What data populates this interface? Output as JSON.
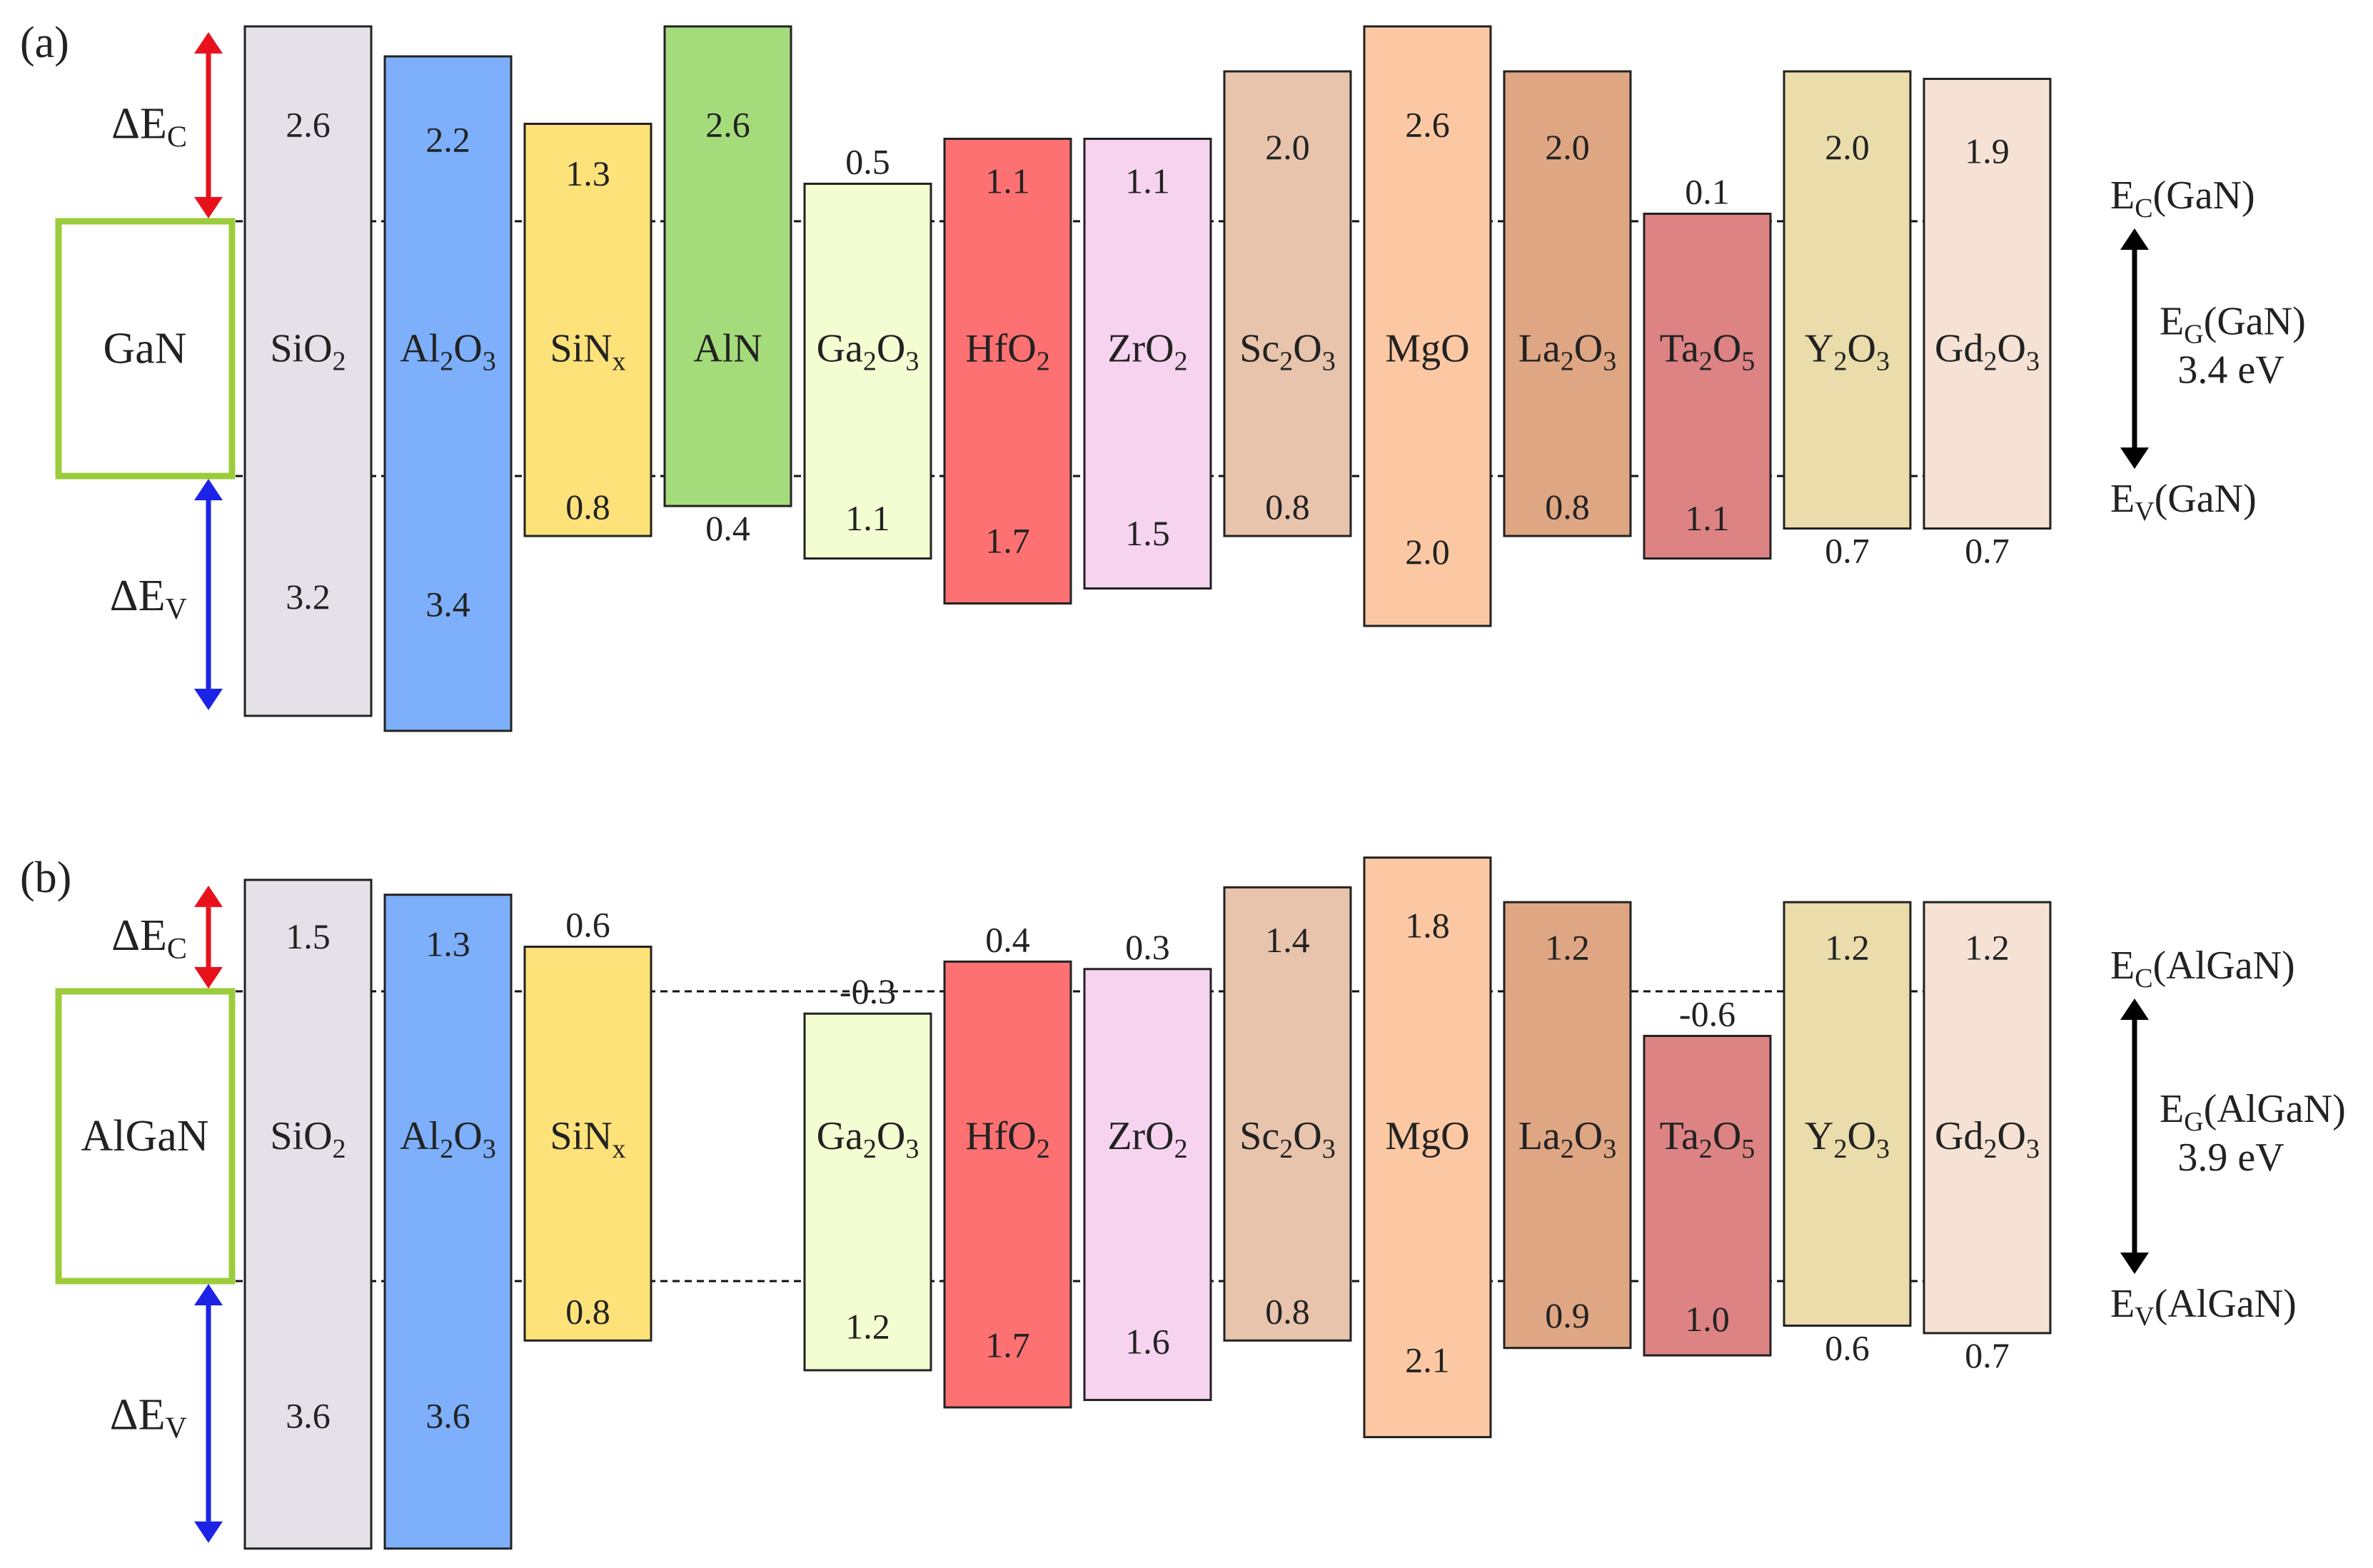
{
  "colors": {
    "delta_ec": "#e8121d",
    "delta_ev": "#1c22e6",
    "gan_border": "#9ccc3c",
    "box_stroke": "#222222",
    "eg_arrow": "#000000"
  },
  "panels": [
    {
      "id": "a",
      "label": "(a)",
      "semiconductor": "GaN",
      "delta_ec_label": "ΔE",
      "delta_ec_sub": "C",
      "delta_ev_label": "ΔE",
      "delta_ev_sub": "V",
      "ec_line_label": {
        "main": "E",
        "sub": "C",
        "rest": "(GaN)"
      },
      "ev_line_label": {
        "main": "E",
        "sub": "V",
        "rest": "(GaN)"
      },
      "eg_label": {
        "main": "E",
        "sub": "G",
        "rest": "(GaN)"
      },
      "eg_value": "3.4 eV",
      "bandgap_ev": 3.4,
      "materials": [
        {
          "name": "SiO",
          "sub": "2",
          "dEc": 2.6,
          "dEv": 3.2,
          "dEc_text": "2.6",
          "dEv_text": "3.2",
          "color": "#e4e1e8"
        },
        {
          "name": "Al",
          "sub": "2",
          "name2": "O",
          "sub2": "3",
          "dEc": 2.2,
          "dEv": 3.4,
          "dEc_text": "2.2",
          "dEv_text": "3.4",
          "color": "#7daffa"
        },
        {
          "name": "SiN",
          "sub": "x",
          "dEc": 1.3,
          "dEv": 0.8,
          "dEc_text": "1.3",
          "dEv_text": "0.8",
          "color": "#fde27a"
        },
        {
          "name": "AlN",
          "dEc": 2.6,
          "dEv": 0.4,
          "dEc_text": "2.6",
          "dEv_text": "0.4",
          "color": "#a5dc7b"
        },
        {
          "name": "Ga",
          "sub": "2",
          "name2": "O",
          "sub2": "3",
          "dEc": 0.5,
          "dEv": 1.1,
          "dEc_text": "0.5",
          "dEv_text": "1.1",
          "color": "#f4fcd1"
        },
        {
          "name": "HfO",
          "sub": "2",
          "dEc": 1.1,
          "dEv": 1.7,
          "dEc_text": "1.1",
          "dEv_text": "1.7",
          "color": "#fd7173"
        },
        {
          "name": "ZrO",
          "sub": "2",
          "dEc": 1.1,
          "dEv": 1.5,
          "dEc_text": "1.1",
          "dEv_text": "1.5",
          "color": "#f6d3ef"
        },
        {
          "name": "Sc",
          "sub": "2",
          "name2": "O",
          "sub2": "3",
          "dEc": 2.0,
          "dEv": 0.8,
          "dEc_text": "2.0",
          "dEv_text": "0.8",
          "color": "#e8c4ad"
        },
        {
          "name": "MgO",
          "dEc": 2.6,
          "dEv": 2.0,
          "dEc_text": "2.6",
          "dEv_text": "2.0",
          "color": "#fcc8a3"
        },
        {
          "name": "La",
          "sub": "2",
          "name2": "O",
          "sub2": "3",
          "dEc": 2.0,
          "dEv": 0.8,
          "dEc_text": "2.0",
          "dEv_text": "0.8",
          "color": "#dfa683"
        },
        {
          "name": "Ta",
          "sub": "2",
          "name2": "O",
          "sub2": "5",
          "dEc": 0.1,
          "dEv": 1.1,
          "dEc_text": "0.1",
          "dEv_text": "1.1",
          "color": "#dd8384"
        },
        {
          "name": "Y",
          "sub": "2",
          "name2": "O",
          "sub2": "3",
          "dEc": 2.0,
          "dEv": 0.7,
          "dEc_text": "2.0",
          "dEv_text": "0.7",
          "color": "#eadcab"
        },
        {
          "name": "Gd",
          "sub": "2",
          "name2": "O",
          "sub2": "3",
          "dEc": 1.9,
          "dEv": 0.7,
          "dEc_text": "1.9",
          "dEv_text": "0.7",
          "color": "#f5e2d4"
        }
      ]
    },
    {
      "id": "b",
      "label": "(b)",
      "semiconductor": "AlGaN",
      "delta_ec_label": "ΔE",
      "delta_ec_sub": "C",
      "delta_ev_label": "ΔE",
      "delta_ev_sub": "V",
      "ec_line_label": {
        "main": "E",
        "sub": "C",
        "rest": "(AlGaN)"
      },
      "ev_line_label": {
        "main": "E",
        "sub": "V",
        "rest": "(AlGaN)"
      },
      "eg_label": {
        "main": "E",
        "sub": "G",
        "rest": "(AlGaN)"
      },
      "eg_value": "3.9 eV",
      "bandgap_ev": 3.9,
      "materials": [
        {
          "name": "SiO",
          "sub": "2",
          "dEc": 1.5,
          "dEv": 3.6,
          "dEc_text": "1.5",
          "dEv_text": "3.6",
          "color": "#e4e1e8"
        },
        {
          "name": "Al",
          "sub": "2",
          "name2": "O",
          "sub2": "3",
          "dEc": 1.3,
          "dEv": 3.6,
          "dEc_text": "1.3",
          "dEv_text": "3.6",
          "color": "#7daffa"
        },
        {
          "name": "SiN",
          "sub": "x",
          "dEc": 0.6,
          "dEv": 0.8,
          "dEc_text": "0.6",
          "dEv_text": "0.8",
          "color": "#fde27a"
        },
        {
          "empty": true
        },
        {
          "name": "Ga",
          "sub": "2",
          "name2": "O",
          "sub2": "3",
          "dEc": -0.3,
          "dEv": 1.2,
          "dEc_text": "-0.3",
          "dEv_text": "1.2",
          "color": "#f4fcd1"
        },
        {
          "name": "HfO",
          "sub": "2",
          "dEc": 0.4,
          "dEv": 1.7,
          "dEc_text": "0.4",
          "dEv_text": "1.7",
          "color": "#fd7173"
        },
        {
          "name": "ZrO",
          "sub": "2",
          "dEc": 0.3,
          "dEv": 1.6,
          "dEc_text": "0.3",
          "dEv_text": "1.6",
          "color": "#f6d3ef"
        },
        {
          "name": "Sc",
          "sub": "2",
          "name2": "O",
          "sub2": "3",
          "dEc": 1.4,
          "dEv": 0.8,
          "dEc_text": "1.4",
          "dEv_text": "0.8",
          "color": "#e8c4ad"
        },
        {
          "name": "MgO",
          "dEc": 1.8,
          "dEv": 2.1,
          "dEc_text": "1.8",
          "dEv_text": "2.1",
          "color": "#fcc8a3"
        },
        {
          "name": "La",
          "sub": "2",
          "name2": "O",
          "sub2": "3",
          "dEc": 1.2,
          "dEv": 0.9,
          "dEc_text": "1.2",
          "dEv_text": "0.9",
          "color": "#dfa683"
        },
        {
          "name": "Ta",
          "sub": "2",
          "name2": "O",
          "sub2": "5",
          "dEc": -0.6,
          "dEv": 1.0,
          "dEc_text": "-0.6",
          "dEv_text": "1.0",
          "color": "#dd8384"
        },
        {
          "name": "Y",
          "sub": "2",
          "name2": "O",
          "sub2": "3",
          "dEc": 1.2,
          "dEv": 0.6,
          "dEc_text": "1.2",
          "dEv_text": "0.6",
          "color": "#eadcab"
        },
        {
          "name": "Gd",
          "sub": "2",
          "name2": "O",
          "sub2": "3",
          "dEc": 1.2,
          "dEv": 0.7,
          "dEc_text": "1.2",
          "dEv_text": "0.7",
          "color": "#f5e2d4"
        }
      ]
    }
  ]
}
